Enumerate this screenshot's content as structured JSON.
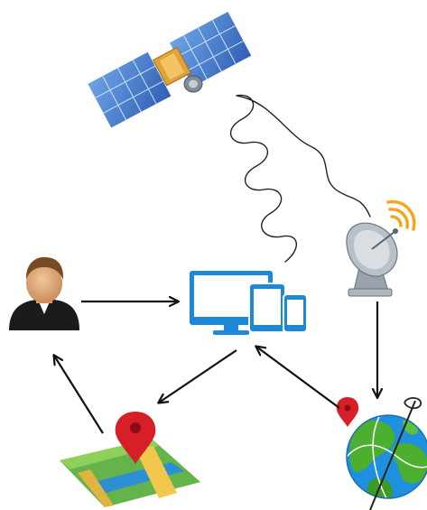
{
  "diagram": {
    "nodes": [
      {
        "id": "satellite",
        "icon": "satellite-icon"
      },
      {
        "id": "ground-antenna",
        "icon": "satellite-dish-icon"
      },
      {
        "id": "user",
        "icon": "user-avatar-icon"
      },
      {
        "id": "devices",
        "icon": "multi-device-icon"
      },
      {
        "id": "map",
        "icon": "map-with-pin-icon"
      },
      {
        "id": "globe",
        "icon": "earth-globe-icon"
      }
    ],
    "links": [
      {
        "from": "satellite",
        "to": "ground-antenna",
        "style": "wavy-signal"
      },
      {
        "from": "ground-antenna",
        "to": "globe",
        "style": "arrow"
      },
      {
        "from": "user",
        "to": "devices",
        "style": "arrow"
      },
      {
        "from": "globe",
        "to": "devices",
        "style": "arrow"
      },
      {
        "from": "devices",
        "to": "map",
        "style": "arrow"
      },
      {
        "from": "map",
        "to": "user",
        "style": "arrow"
      }
    ],
    "colors": {
      "device_blue": "#1e88d8",
      "panel_blue": "#4a78c8",
      "signal_orange": "#f5a623",
      "pin_red": "#d61f26",
      "ocean_blue": "#1f8fe0",
      "land_green": "#4caf2f",
      "arrow_black": "#111111"
    }
  }
}
